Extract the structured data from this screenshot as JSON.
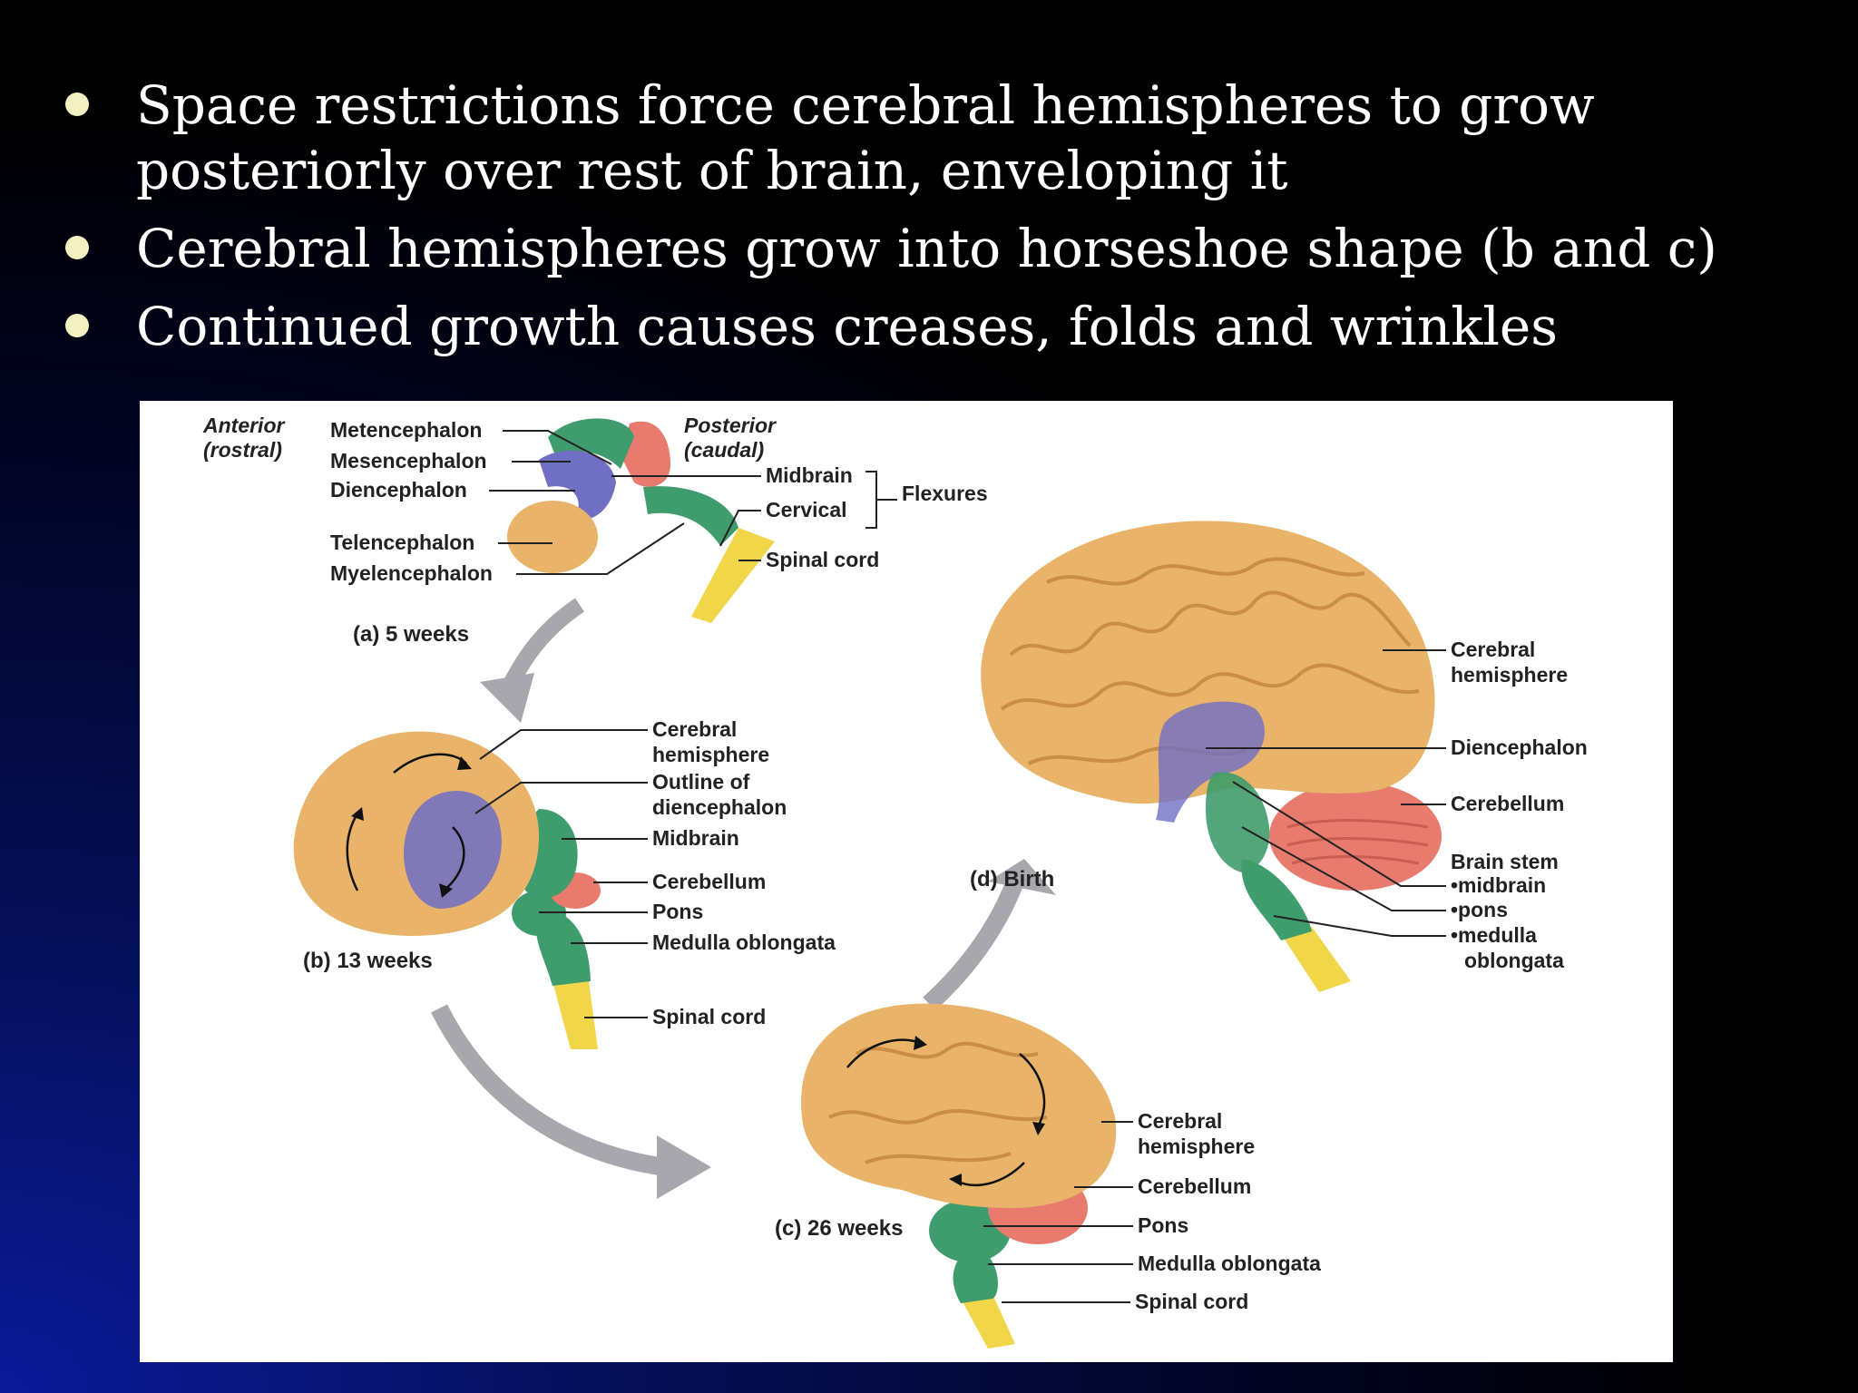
{
  "bullets": [
    "Space restrictions force cerebral hemispheres to grow posteriorly over rest of brain, enveloping it",
    "Cerebral hemispheres grow into horseshoe shape (b and c)",
    "Continued growth causes creases, folds and wrinkles"
  ],
  "figure": {
    "a": {
      "anterior_1": "Anterior",
      "anterior_2": "(rostral)",
      "posterior_1": "Posterior",
      "posterior_2": "(caudal)",
      "metencephalon": "Metencephalon",
      "mesencephalon": "Mesencephalon",
      "diencephalon": "Diencephalon",
      "telencephalon": "Telencephalon",
      "myelencephalon": "Myelencephalon",
      "midbrain": "Midbrain",
      "cervical": "Cervical",
      "flexures": "Flexures",
      "spinal_cord": "Spinal cord",
      "caption": "(a) 5 weeks"
    },
    "b": {
      "cerebral_1": "Cerebral",
      "cerebral_2": "hemisphere",
      "outline_1": "Outline of",
      "outline_2": "diencephalon",
      "midbrain": "Midbrain",
      "cerebellum": "Cerebellum",
      "pons": "Pons",
      "medulla": "Medulla oblongata",
      "spinal_cord": "Spinal cord",
      "caption": "(b) 13 weeks"
    },
    "c": {
      "cerebral_1": "Cerebral",
      "cerebral_2": "hemisphere",
      "cerebellum": "Cerebellum",
      "pons": "Pons",
      "medulla": "Medulla oblongata",
      "spinal_cord": "Spinal cord",
      "caption": "(c) 26 weeks"
    },
    "d": {
      "cerebral_1": "Cerebral",
      "cerebral_2": "hemisphere",
      "diencephalon": "Diencephalon",
      "cerebellum": "Cerebellum",
      "brain_stem": "Brain stem",
      "midbrain": "•midbrain",
      "pons": "•pons",
      "medulla_1": "•medulla",
      "medulla_2": "oblongata",
      "caption": "(d) Birth"
    }
  },
  "colors": {
    "background": "#000000",
    "background_glow": "#0a1a9a",
    "bullet_dot": "#f3f1c2",
    "cerebrum": "#e9b36a",
    "diencephalon": "#6f6fc4",
    "brainstem": "#3f9c6c",
    "cerebellum": "#e87b6e",
    "spinal_cord": "#f2d64a",
    "arrow": "#a7a7ad"
  }
}
